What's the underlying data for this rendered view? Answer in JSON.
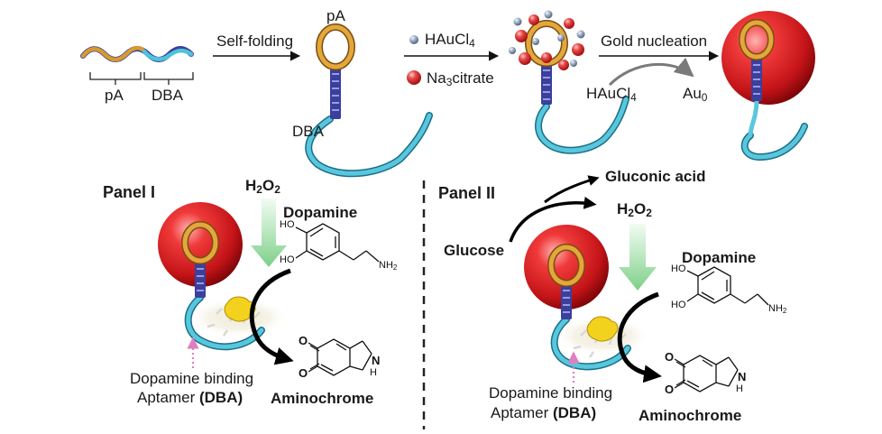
{
  "top": {
    "pa_label_1": "pA",
    "dba_label_1": "DBA",
    "self_folding": "Self-folding",
    "pa_label_2": "pA",
    "dba_label_2": "DBA",
    "haucl4_main": "HAuCl",
    "haucl4_sub": "4",
    "na3citrate_main": "Na",
    "na3citrate_sub": "3",
    "na3citrate_rest": "citrate",
    "gold_nucleation": "Gold nucleation",
    "haucl4_2_main": "HAuCl",
    "haucl4_2_sub": "4",
    "au0_main": "Au",
    "au0_sub": "0"
  },
  "panel1": {
    "title": "Panel I",
    "h2o2_h": "H",
    "h2o2_sub1": "2",
    "h2o2_o": "O",
    "h2o2_sub2": "2",
    "dopamine": "Dopamine",
    "ho_1": "HO",
    "ho_2": "HO",
    "nh2_main": "NH",
    "nh2_sub": "2",
    "o_1": "O",
    "o_2": "O",
    "n": "N",
    "h": "H",
    "aminochrome": "Aminochrome",
    "aptamer_line1": "Dopamine binding",
    "aptamer_line2_pre": "Aptamer ",
    "aptamer_line2_bold": "(DBA)"
  },
  "panel2": {
    "title": "Panel II",
    "gluconic_acid": "Gluconic acid",
    "glucose": "Glucose",
    "h2o2_h": "H",
    "h2o2_sub1": "2",
    "h2o2_o": "O",
    "h2o2_sub2": "2",
    "dopamine": "Dopamine",
    "ho_1": "HO",
    "ho_2": "HO",
    "nh2_main": "NH",
    "nh2_sub": "2",
    "o_1": "O",
    "o_2": "O",
    "n": "N",
    "h": "H",
    "aminochrome": "Aminochrome",
    "aptamer_line1": "Dopamine binding",
    "aptamer_line2_pre": "Aptamer ",
    "aptamer_line2_bold": "(DBA)"
  },
  "colors": {
    "gold_np": "#e21e26",
    "pa_strand": "#d79a2e",
    "dba_strand": "#4fc3dc",
    "stem": "#3b3f9e",
    "arrow_green": "#8fd89a",
    "dopamine_ligand": "#f2d21c",
    "dotted_arrow": "#e07fc0",
    "au_ion": "#7f94b0"
  }
}
